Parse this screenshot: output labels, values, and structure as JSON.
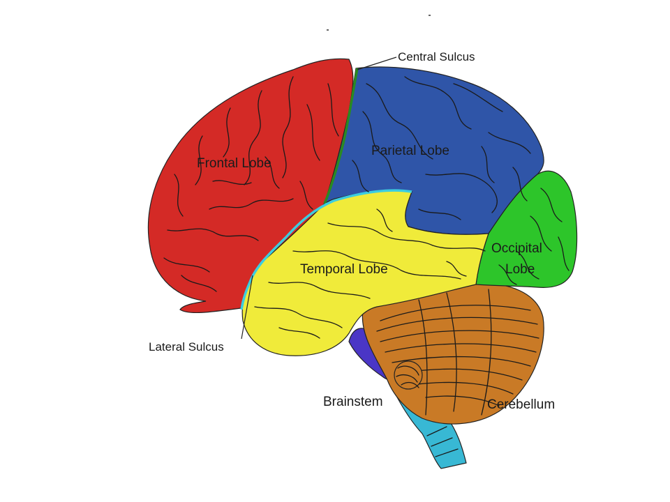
{
  "diagram": {
    "labels": {
      "central_sulcus": "Central Sulcus",
      "frontal_lobe": "Frontal Lobe",
      "parietal_lobe": "Parietal Lobe",
      "occipital_lobe_line1": "Occipital",
      "occipital_lobe_line2": "Lobe",
      "temporal_lobe": "Temporal Lobe",
      "lateral_sulcus": "Lateral Sulcus",
      "brainstem": "Brainstem",
      "cerebellum": "Cerebellum"
    },
    "colors": {
      "frontal": "#d42a26",
      "parietal": "#2f55a8",
      "occipital": "#2dc52a",
      "temporal": "#f0eb3a",
      "cerebellum": "#c97a26",
      "brainstem": "#38b8d4",
      "midbrain": "#4a36c6",
      "central_sulcus_line": "#2a8a22",
      "lateral_sulcus_line": "#3ccde0"
    }
  }
}
